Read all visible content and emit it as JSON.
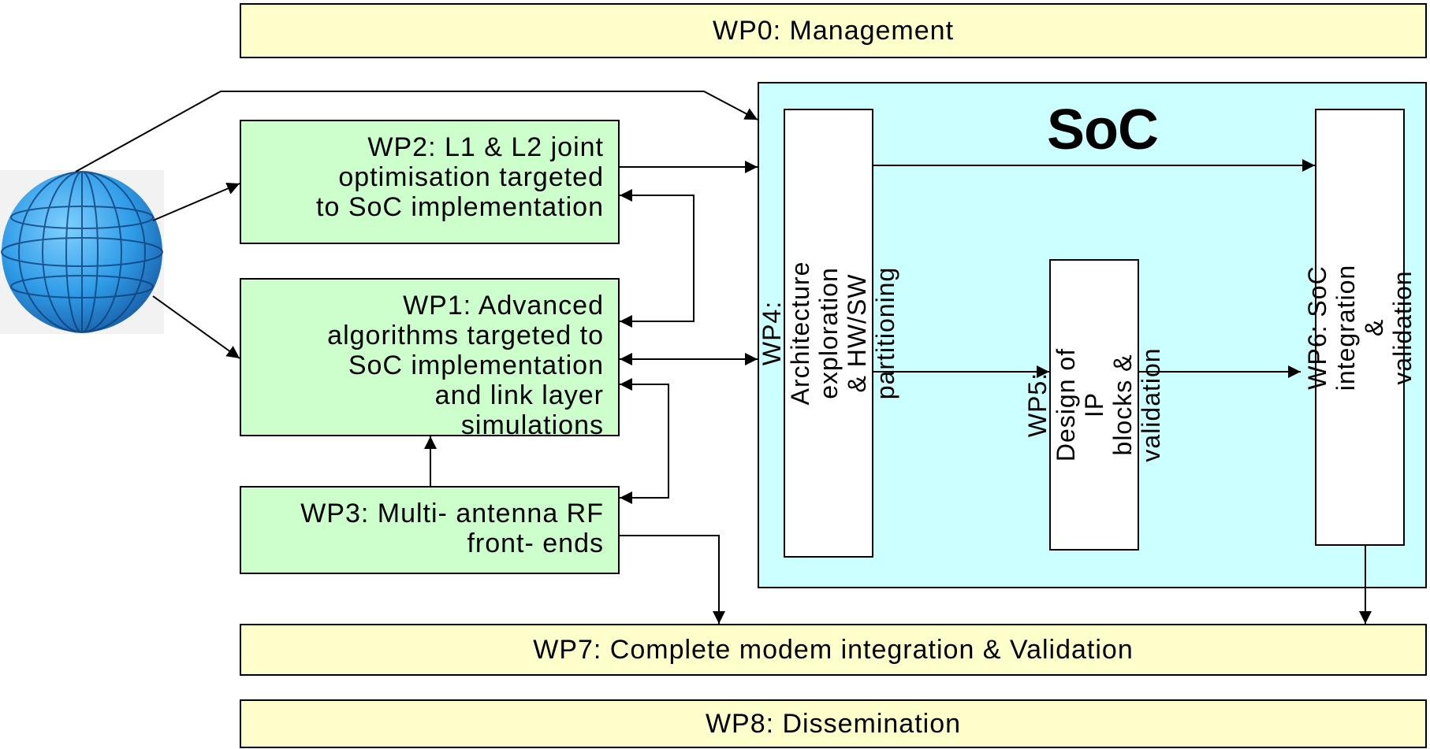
{
  "wp0": "WP0: Management",
  "wp2": "WP2: L1 & L2 joint\noptimisation targeted\nto SoC implementation",
  "wp1": "WP1: Advanced\nalgorithms targeted to\nSoC implementation\nand link layer\nsimulations",
  "wp3": "WP3: Multi- antenna RF\nfront- ends",
  "soc": {
    "title": "SoC",
    "wp4": "WP4: Architecture\nexploration & HW/SW\npartitioning",
    "wp5": "WP5: Design of IP\nblocks &\nvalidation",
    "wp6": "WP6: SoC integration &\nvalidation"
  },
  "wp7": "WP7: Complete modem integration & Validation",
  "wp8": "WP8: Dissemination",
  "colors": {
    "management_box": "#ffffcc",
    "workpackage_box": "#ccffcc",
    "soc_box": "#ccffff",
    "globe": "#2f9be6"
  },
  "icons": {
    "globe": "globe-wireframe-icon"
  }
}
